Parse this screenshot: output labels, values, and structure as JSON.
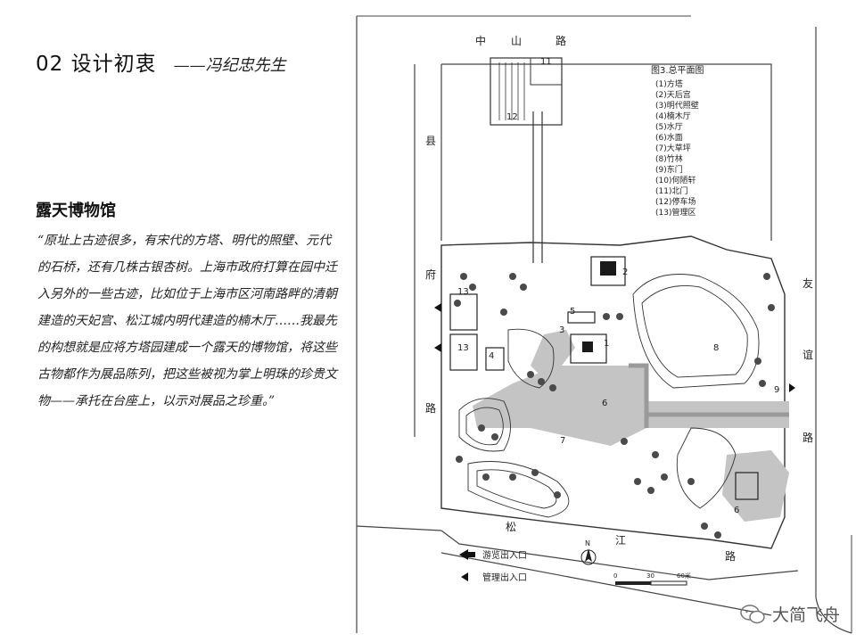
{
  "header": {
    "title": "02 设计初衷",
    "author": "——冯纪忠先生"
  },
  "section": {
    "heading": "露天博物馆",
    "quote_lines": [
      "“原址上古迹很多，有宋代的方塔、明代的照壁、元代",
      "的石桥，还有几株古银杏树。上海市政府打算在园中迁",
      "入另外的一些古迹，比如位于上海市区河南路畔的清朝",
      "建造的天妃宫、松江城内明代建造的楠木厅……我最先",
      "的构想就是应将方塔园建成一个露天的博物馆，将这些",
      "古物都作为展品陈列，把这些被视为掌上明珠的珍贵文",
      "物——承托在台座上，以示对展品之珍重。”"
    ]
  },
  "map": {
    "legend_title": "图3.总平面图",
    "legend_items": [
      "(1)方塔",
      "(2)天后宫",
      "(3)明代照壁",
      "(4)楠木厅",
      "(5)水厅",
      "(6)水面",
      "(7)大草坪",
      "(8)竹林",
      "(9)东门",
      "(10)何陋轩",
      "(11)北门",
      "(12)停车场",
      "(13)管理区"
    ],
    "roads": {
      "north": [
        "中",
        "山",
        "路"
      ],
      "west": [
        "县",
        "府",
        "路"
      ],
      "east": [
        "友",
        "谊",
        "路"
      ],
      "south": [
        "松",
        "江",
        "路"
      ]
    },
    "numbers": [
      "12",
      "11",
      "2",
      "13",
      "5",
      "3",
      "1",
      "13",
      "4",
      "8",
      "9",
      "6",
      "7",
      "6"
    ],
    "entrance_legend": {
      "visitor": "游览出入口",
      "management": "管理出入口"
    },
    "scale": [
      "0",
      "30",
      "60米"
    ],
    "north_symbol": "N"
  },
  "watermark": {
    "text": "大简飞舟"
  },
  "colors": {
    "water": "#c4c4c4",
    "lines": "#333333",
    "tree": "#4a4a4a"
  }
}
